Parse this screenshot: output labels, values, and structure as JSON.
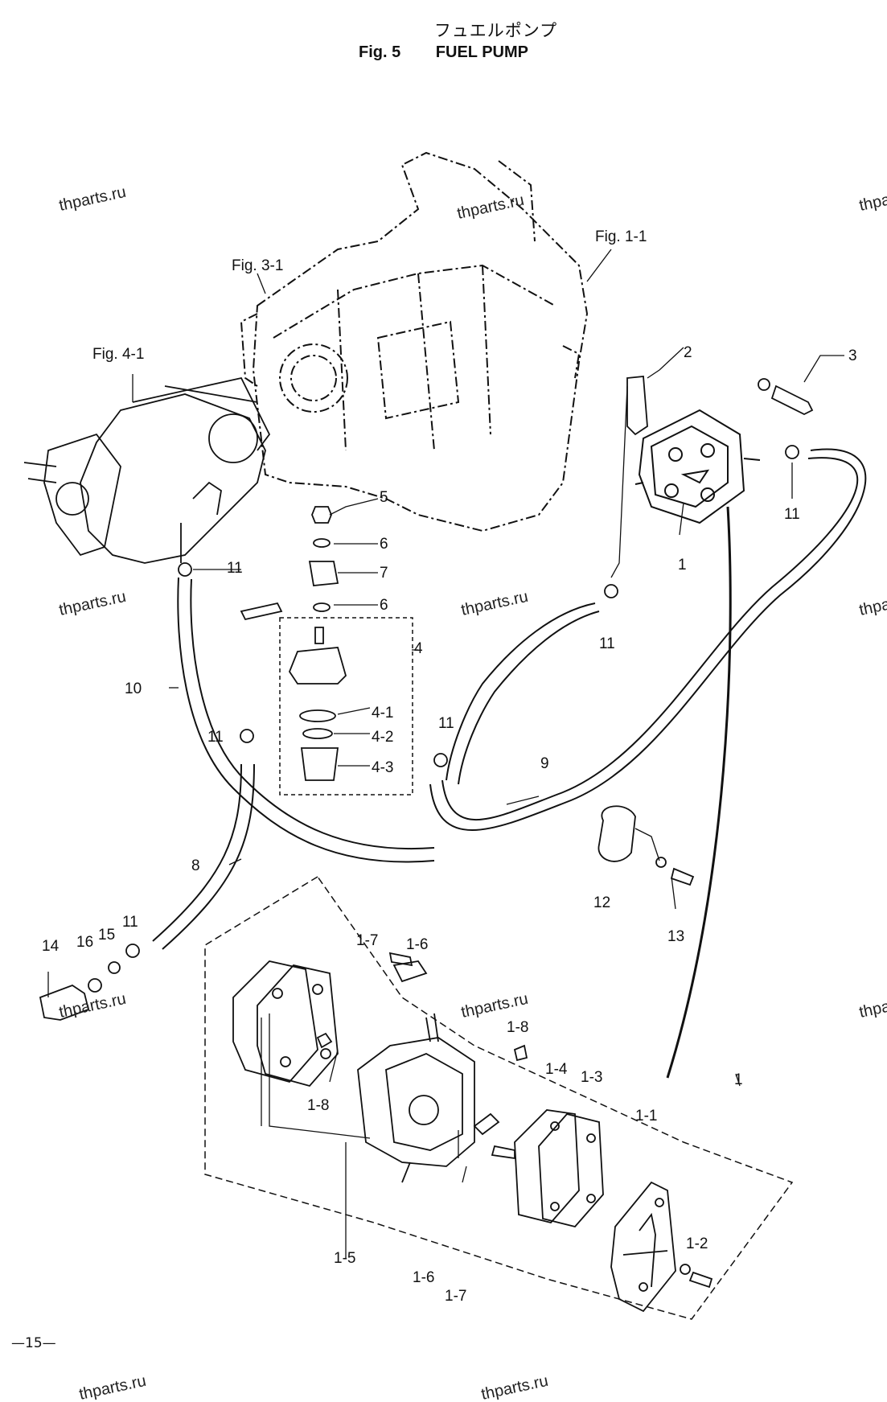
{
  "header": {
    "title_jp": "フュエルポンプ",
    "fig_number": "Fig. 5",
    "fig_title": "FUEL PUMP"
  },
  "references": [
    "Fig. 1-1",
    "Fig. 3-1",
    "Fig. 4-1"
  ],
  "callouts": [
    "1",
    "1",
    "1-1",
    "1-2",
    "1-3",
    "1-4",
    "1-5",
    "1-6",
    "1-6",
    "1-7",
    "1-7",
    "1-8",
    "1-8",
    "2",
    "3",
    "4",
    "4-1",
    "4-2",
    "4-3",
    "5",
    "6",
    "6",
    "7",
    "8",
    "9",
    "10",
    "11",
    "11",
    "11",
    "11",
    "11",
    "11",
    "12",
    "13",
    "14",
    "15",
    "16"
  ],
  "watermark": "thparts.ru",
  "footer": {
    "page_number": "—15—"
  },
  "colors": {
    "line": "#111111",
    "background": "#ffffff"
  }
}
